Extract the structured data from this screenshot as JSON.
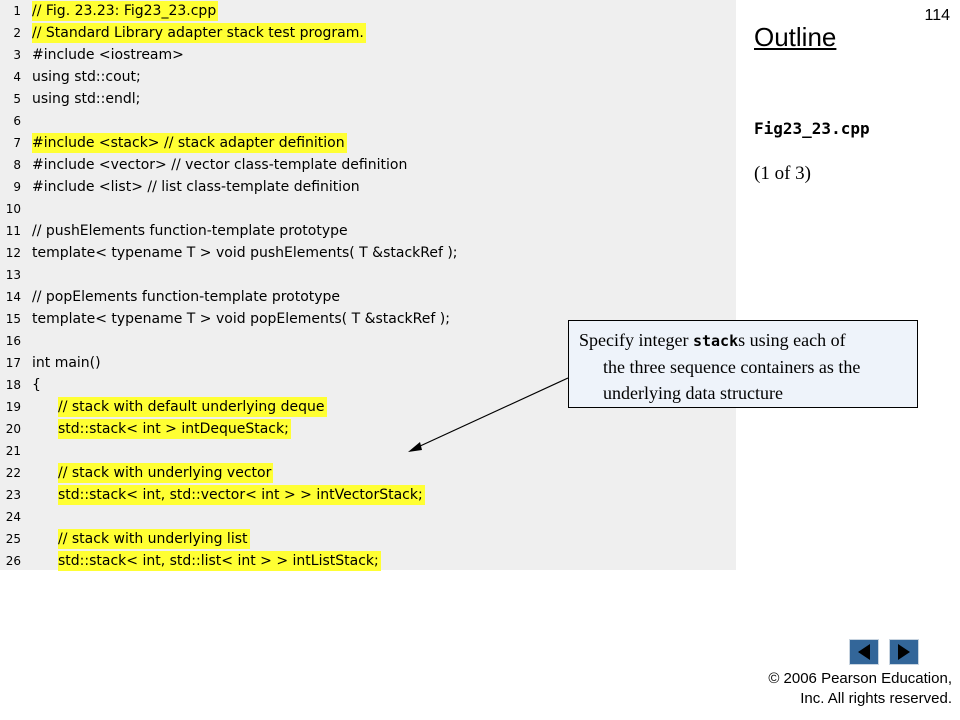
{
  "slide": {
    "page_number": "114",
    "outline_title": "Outline",
    "file_name": "Fig23_23.cpp",
    "page_of": "(1 of 3)"
  },
  "code_lines": [
    {
      "n": "1",
      "text": "// Fig. 23.23: Fig23_23.cpp",
      "hl": true,
      "indent": false
    },
    {
      "n": "2",
      "text": "// Standard Library adapter stack test program.",
      "hl": true,
      "indent": false
    },
    {
      "n": "3",
      "text": "#include <iostream>",
      "hl": false,
      "indent": false
    },
    {
      "n": "4",
      "text": "using std::cout;",
      "hl": false,
      "indent": false
    },
    {
      "n": "5",
      "text": "using std::endl;",
      "hl": false,
      "indent": false
    },
    {
      "n": "6",
      "text": "",
      "hl": false,
      "indent": false
    },
    {
      "n": "7",
      "text": "#include <stack> // stack adapter definition",
      "hl": true,
      "indent": false
    },
    {
      "n": "8",
      "text": "#include <vector> // vector class-template definition",
      "hl": false,
      "indent": false
    },
    {
      "n": "9",
      "text": "#include <list> // list class-template definition",
      "hl": false,
      "indent": false
    },
    {
      "n": "10",
      "text": "",
      "hl": false,
      "indent": false
    },
    {
      "n": "11",
      "text": "// pushElements function-template prototype",
      "hl": false,
      "indent": false
    },
    {
      "n": "12",
      "text": "template< typename T > void pushElements( T &stackRef );",
      "hl": false,
      "indent": false
    },
    {
      "n": "13",
      "text": "",
      "hl": false,
      "indent": false
    },
    {
      "n": "14",
      "text": "// popElements function-template prototype",
      "hl": false,
      "indent": false
    },
    {
      "n": "15",
      "text": "template< typename T > void popElements( T &stackRef );",
      "hl": false,
      "indent": false
    },
    {
      "n": "16",
      "text": "",
      "hl": false,
      "indent": false
    },
    {
      "n": "17",
      "text": "int main()",
      "hl": false,
      "indent": false
    },
    {
      "n": "18",
      "text": "{",
      "hl": false,
      "indent": false
    },
    {
      "n": "19",
      "text": "// stack with default underlying deque",
      "hl": true,
      "indent": true
    },
    {
      "n": "20",
      "text": "std::stack< int > intDequeStack;",
      "hl": true,
      "indent": true
    },
    {
      "n": "21",
      "text": "",
      "hl": false,
      "indent": false
    },
    {
      "n": "22",
      "text": "// stack with underlying vector",
      "hl": true,
      "indent": true
    },
    {
      "n": "23",
      "text": "std::stack< int, std::vector< int > > intVectorStack;",
      "hl": true,
      "indent": true
    },
    {
      "n": "24",
      "text": "",
      "hl": false,
      "indent": false
    },
    {
      "n": "25",
      "text": "// stack with underlying list",
      "hl": true,
      "indent": true
    },
    {
      "n": "26",
      "text": "std::stack< int, std::list< int > > intListStack;",
      "hl": true,
      "indent": true
    }
  ],
  "callout": {
    "text_before": "Specify integer ",
    "code_word": "stack",
    "text_after": "s using each of",
    "line2": "the three sequence containers as the",
    "line3": "underlying data structure"
  },
  "nav": {
    "prev_icon": "left-arrow-icon",
    "next_icon": "right-arrow-icon",
    "button_color": "#336699"
  },
  "copyright": {
    "line1": "© 2006 Pearson Education,",
    "line2": "Inc.  All rights reserved."
  },
  "colors": {
    "highlight": "#ffff33",
    "code_background": "#efefef",
    "callout_background": "#eef3fa"
  }
}
